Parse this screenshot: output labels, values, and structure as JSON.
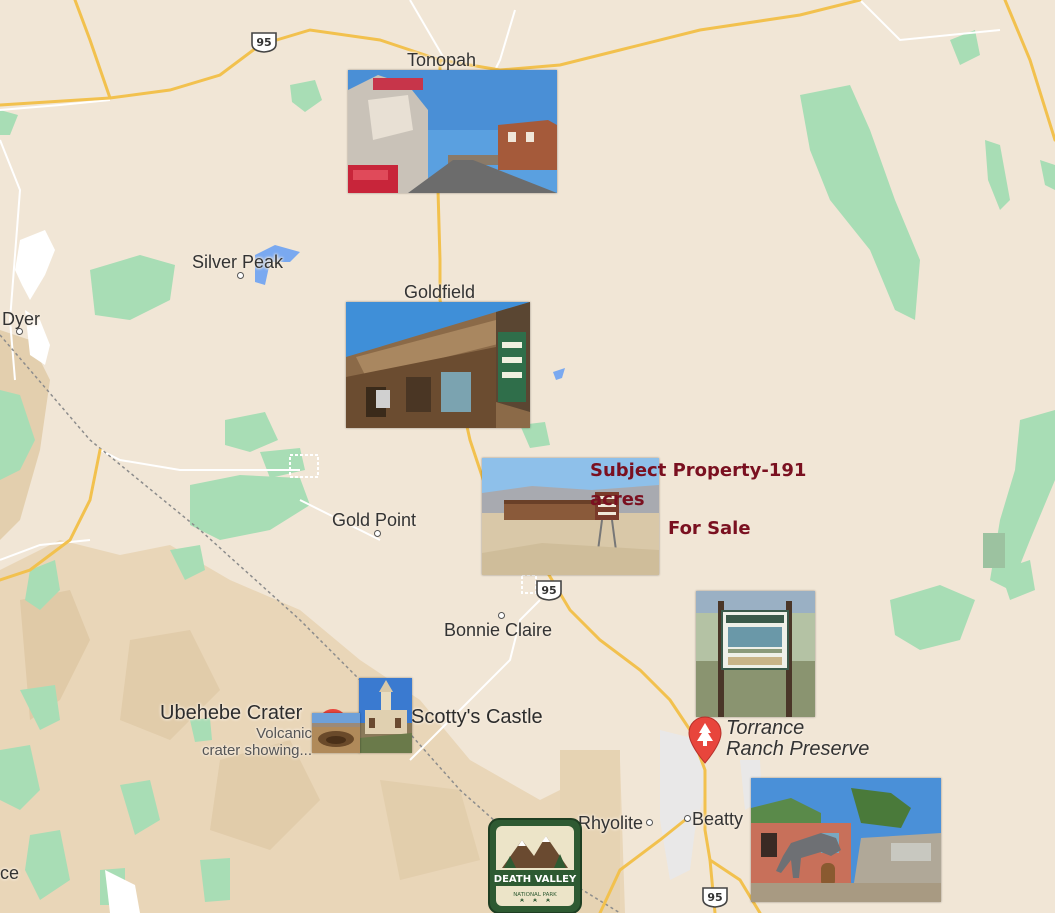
{
  "places": {
    "tonopah": "Tonopah",
    "silver_peak": "Silver Peak",
    "goldfield": "Goldfield",
    "dyer": "Dyer",
    "gold_point": "Gold Point",
    "bonnie_claire": "Bonnie Claire",
    "scottys_castle": "Scotty's Castle",
    "ubehebe": "Ubehebe Crater",
    "ubehebe_desc_1": "Volcanic",
    "ubehebe_desc_2": "crater showing...",
    "rhyolite": "Rhyolite",
    "beatty": "Beatty",
    "torrance_1": "Torrance",
    "torrance_2": "Ranch Preserve",
    "edge_left": "ce"
  },
  "highway": {
    "number": "95"
  },
  "subject_property": {
    "line1": "Subject Property-191 acres",
    "line2": "For Sale"
  },
  "death_valley_badge": {
    "title": "DEATH VALLEY",
    "subtitle": "NATIONAL PARK"
  },
  "colors": {
    "land": "#f1e6d6",
    "forest": "#a8ddb5",
    "highway": "#f2c14e",
    "water": "#7aa9f0",
    "caption": "#7a1020",
    "pin": "#e8453c"
  }
}
